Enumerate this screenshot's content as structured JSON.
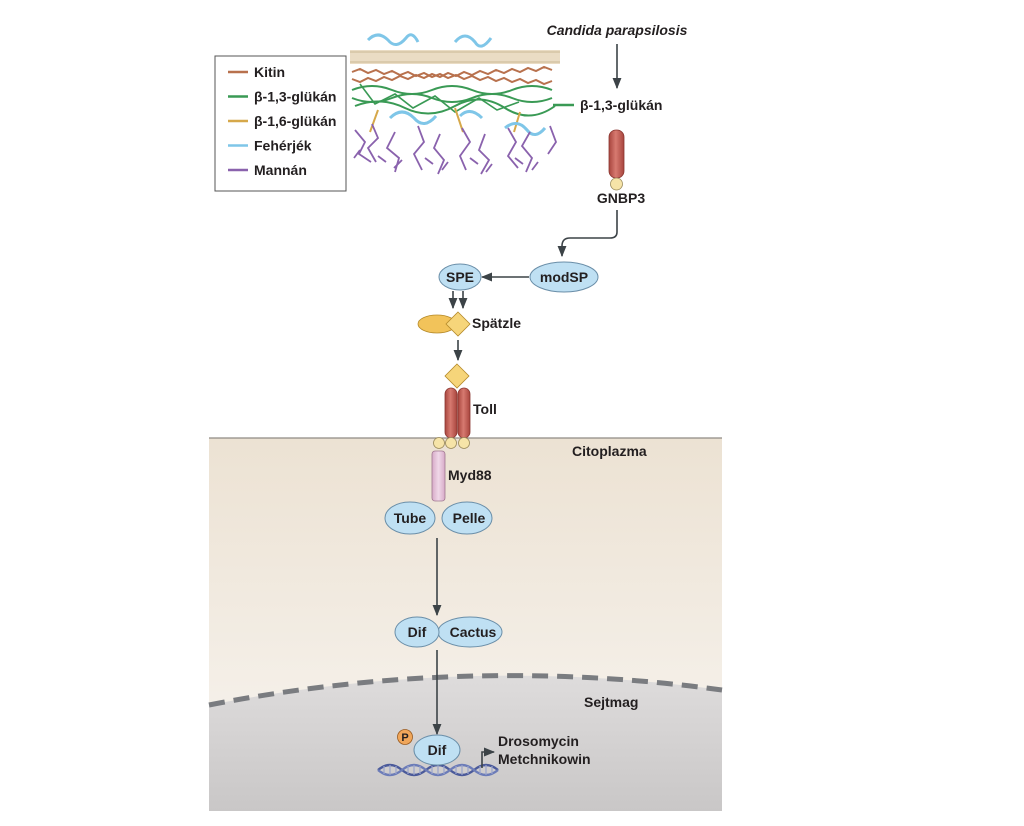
{
  "title": "Candida parapsilosis",
  "legend": {
    "items": [
      {
        "label": "Kitin",
        "color": "#b8714d"
      },
      {
        "label": "β-1,3-glükán",
        "color": "#3a9a55"
      },
      {
        "label": "β-1,6-glükán",
        "color": "#d6a84a"
      },
      {
        "label": "Fehérjék",
        "color": "#7fc6e8"
      },
      {
        "label": "Mannán",
        "color": "#8a62ad"
      }
    ]
  },
  "ligand_label": "β-1,3-glükán",
  "receptor_label": "GNBP3",
  "protease_modsp": "modSP",
  "protease_spe": "SPE",
  "cytokine_label": "Spätzle",
  "receptor_toll": "Toll",
  "compartments": {
    "cytoplasm": "Citoplazma",
    "nucleus": "Sejtmag"
  },
  "adaptor_label": "Myd88",
  "kinases": {
    "tube": "Tube",
    "pelle": "Pelle"
  },
  "complex": {
    "dif": "Dif",
    "cactus": "Cactus"
  },
  "nuclear": {
    "dif": "Dif",
    "phospho": "P",
    "gene_1": "Drosomycin",
    "gene_2": "Metchnikowin"
  },
  "colors": {
    "cytoplasm": "#efe6da",
    "nucleus": "#d4d2d2",
    "receptor": "#c8635a",
    "oval_fill": "#bfe0f3",
    "spatzle": "#f2c35a",
    "myd88": "#e6c6dc",
    "phospho": "#f0a65a"
  }
}
